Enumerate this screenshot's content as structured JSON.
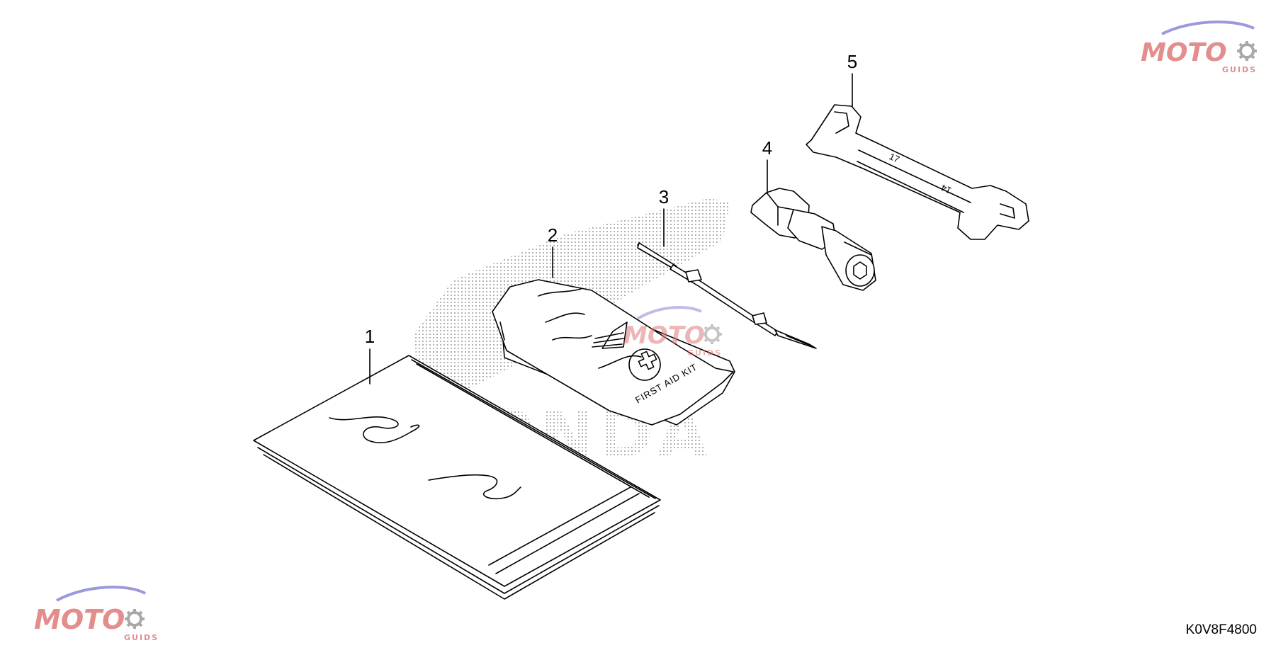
{
  "callouts": [
    "1",
    "2",
    "3",
    "4",
    "5"
  ],
  "first_aid_kit_label": "FIRST AID KIT",
  "background_brand": "HONDA",
  "wrench_sizes": [
    "17",
    "14"
  ],
  "watermark": {
    "main": "MOTO",
    "sub": "GUIDS",
    "accent_color": "#d9534f",
    "swoosh_color": "#6a5acd"
  },
  "part_number": "K0V8F4800"
}
